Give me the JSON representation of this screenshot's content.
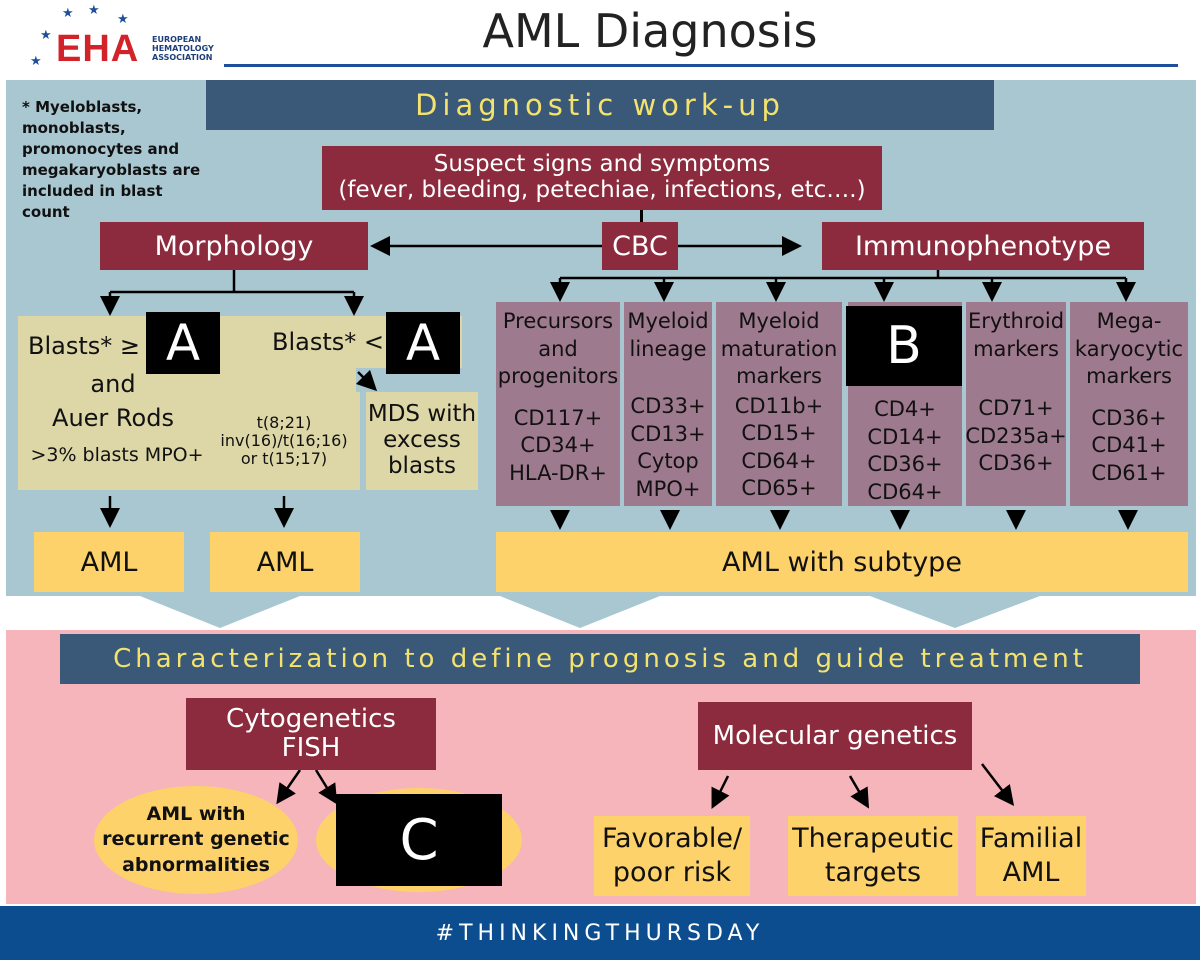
{
  "header": {
    "logo_letters": "EHA",
    "logo_text": [
      "EUROPEAN",
      "HEMATOLOGY",
      "ASSOCIATION"
    ],
    "title": "AML Diagnosis"
  },
  "note": "* Myeloblasts, monoblasts, promonocytes and megakaryoblasts are included in blast count",
  "workup": {
    "banner": "Diagnostic work-up",
    "suspect_line1": "Suspect signs and symptoms",
    "suspect_line2": "(fever, bleeding, petechiae, infections, etc….)",
    "cbc": "CBC",
    "morphology": "Morphology",
    "immunophenotype": "Immunophenotype",
    "blasts_ge": "Blasts* ≥",
    "blasts_lt": "Blasts* <",
    "and": "and",
    "auer": "Auer Rods",
    "mpo": ">3% blasts MPO+",
    "translocations": [
      "t(8;21)",
      "inv(16)/t(16;16)",
      "or t(15;17)"
    ],
    "mds": [
      "MDS with",
      "excess",
      "blasts"
    ],
    "aml": "AML",
    "aml_subtype": "AML with subtype",
    "hidden_labels": {
      "a": "A",
      "b": "B",
      "c": "C"
    },
    "markers": [
      {
        "title": [
          "Precursors",
          "and",
          "progenitors"
        ],
        "values": [
          "CD117+",
          "CD34+",
          "HLA-DR+"
        ]
      },
      {
        "title": [
          "Myeloid",
          "lineage"
        ],
        "values": [
          "CD33+",
          "CD13+",
          "Cytop",
          "MPO+"
        ]
      },
      {
        "title": [
          "Myeloid",
          "maturation",
          "markers"
        ],
        "values": [
          "CD11b+",
          "CD15+",
          "CD64+",
          "CD65+"
        ]
      },
      {
        "title": [],
        "values": [
          "CD4+",
          "CD14+",
          "CD36+",
          "CD64+"
        ]
      },
      {
        "title": [
          "Erythroid",
          "markers"
        ],
        "values": [
          "CD71+",
          "CD235a+",
          "CD36+"
        ]
      },
      {
        "title": [
          "Mega-",
          "karyocytic",
          "markers"
        ],
        "values": [
          "CD36+",
          "CD41+",
          "CD61+"
        ]
      }
    ]
  },
  "characterization": {
    "banner": "Characterization to define prognosis and guide treatment",
    "cytogenetics": [
      "Cytogenetics",
      "FISH"
    ],
    "molecular": "Molecular genetics",
    "recurrent": [
      "AML with",
      "recurrent genetic",
      "abnormalities"
    ],
    "favorable": [
      "Favorable/",
      "poor risk"
    ],
    "therapeutic": [
      "Therapeutic",
      "targets"
    ],
    "familial": [
      "Familial",
      "AML"
    ]
  },
  "footer": "#THINKINGTHURSDAY",
  "colors": {
    "navy": "#2e4a6b",
    "banner_text": "#f3e26e",
    "maroon": "#8c2b3e",
    "blue_panel": "#a9c7d1",
    "pink_panel": "#f6b5bb",
    "tan": "#ddd6a6",
    "mauve": "#9e7a8e",
    "yellow": "#fdd26a",
    "footer": "#0b4d8f"
  }
}
